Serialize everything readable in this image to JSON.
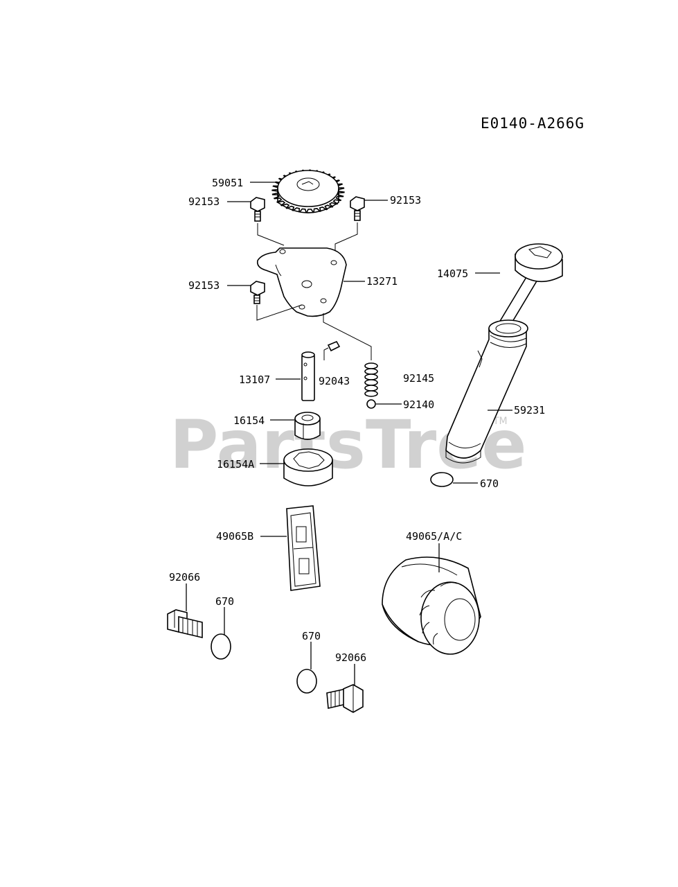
{
  "diagram_code": "E0140-A266G",
  "watermark": {
    "text": "PartsTree",
    "trademark": "TM"
  },
  "parts": {
    "gear_59051": "59051",
    "bolt_92153_left_top": "92153",
    "bolt_92153_right_top": "92153",
    "bolt_92153_left_mid": "92153",
    "plate_13271": "13271",
    "dipstick_cap_14075": "14075",
    "shaft_13107": "13107",
    "pin_92043": "92043",
    "spring_92145": "92145",
    "ball_92140": "92140",
    "rotor_16154": "16154",
    "rotor_outer_16154A": "16154A",
    "tube_59231": "59231",
    "oring_670_tube": "670",
    "screen_49065B": "49065B",
    "filter_49065AC": "49065/A/C",
    "plug_92066_left": "92066",
    "oring_670_left": "670",
    "oring_670_center": "670",
    "plug_92066_center": "92066"
  },
  "colors": {
    "line": "#000000",
    "background": "#ffffff",
    "watermark": "#c9c9c9"
  }
}
